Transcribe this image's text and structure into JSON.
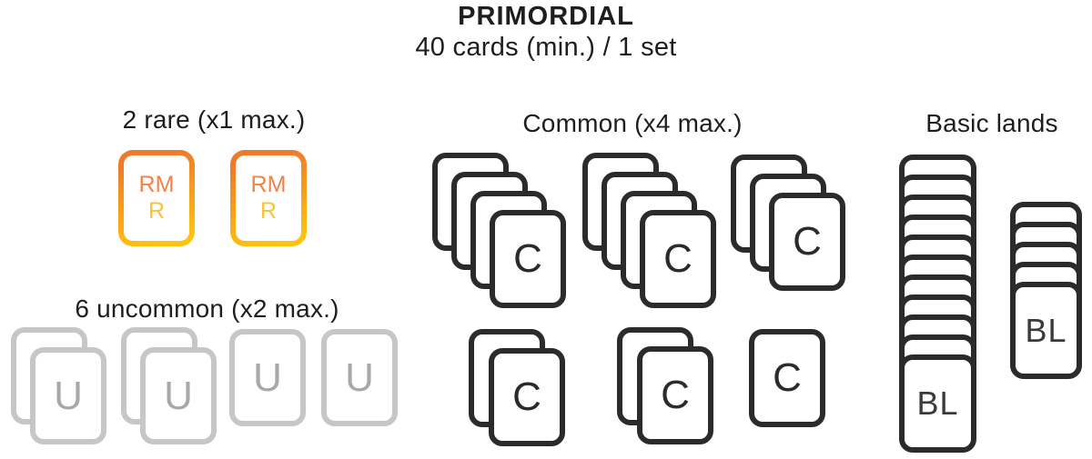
{
  "title": "PRIMORDIAL",
  "subtitle": "40 cards (min.) / 1 set",
  "colors": {
    "ink": "#2b2b2b",
    "grayBorder": "#c6c6c6",
    "grayLetter": "#a8a8a8",
    "orange": "#ee7b2c",
    "yellow": "#fec30c",
    "rareLine1": "#f08448",
    "rareLine2": "#fdc233"
  },
  "sections": {
    "rare": {
      "label": "2 rare (x1 max.)",
      "card_line1": "RM",
      "card_line2": "R",
      "card_count": 2
    },
    "uncommon": {
      "label": "6 uncommon (x2 max.)",
      "card_letter": "U",
      "stack_counts": [
        2,
        2,
        1,
        1
      ]
    },
    "common": {
      "label": "Common (x4 max.)",
      "card_letter": "C",
      "stack_counts_row1": [
        4,
        4,
        3
      ],
      "stack_counts_row2": [
        2,
        2,
        1
      ]
    },
    "basic_lands": {
      "label": "Basic lands",
      "card_letter": "BL",
      "stack_counts": [
        11,
        5
      ]
    }
  }
}
